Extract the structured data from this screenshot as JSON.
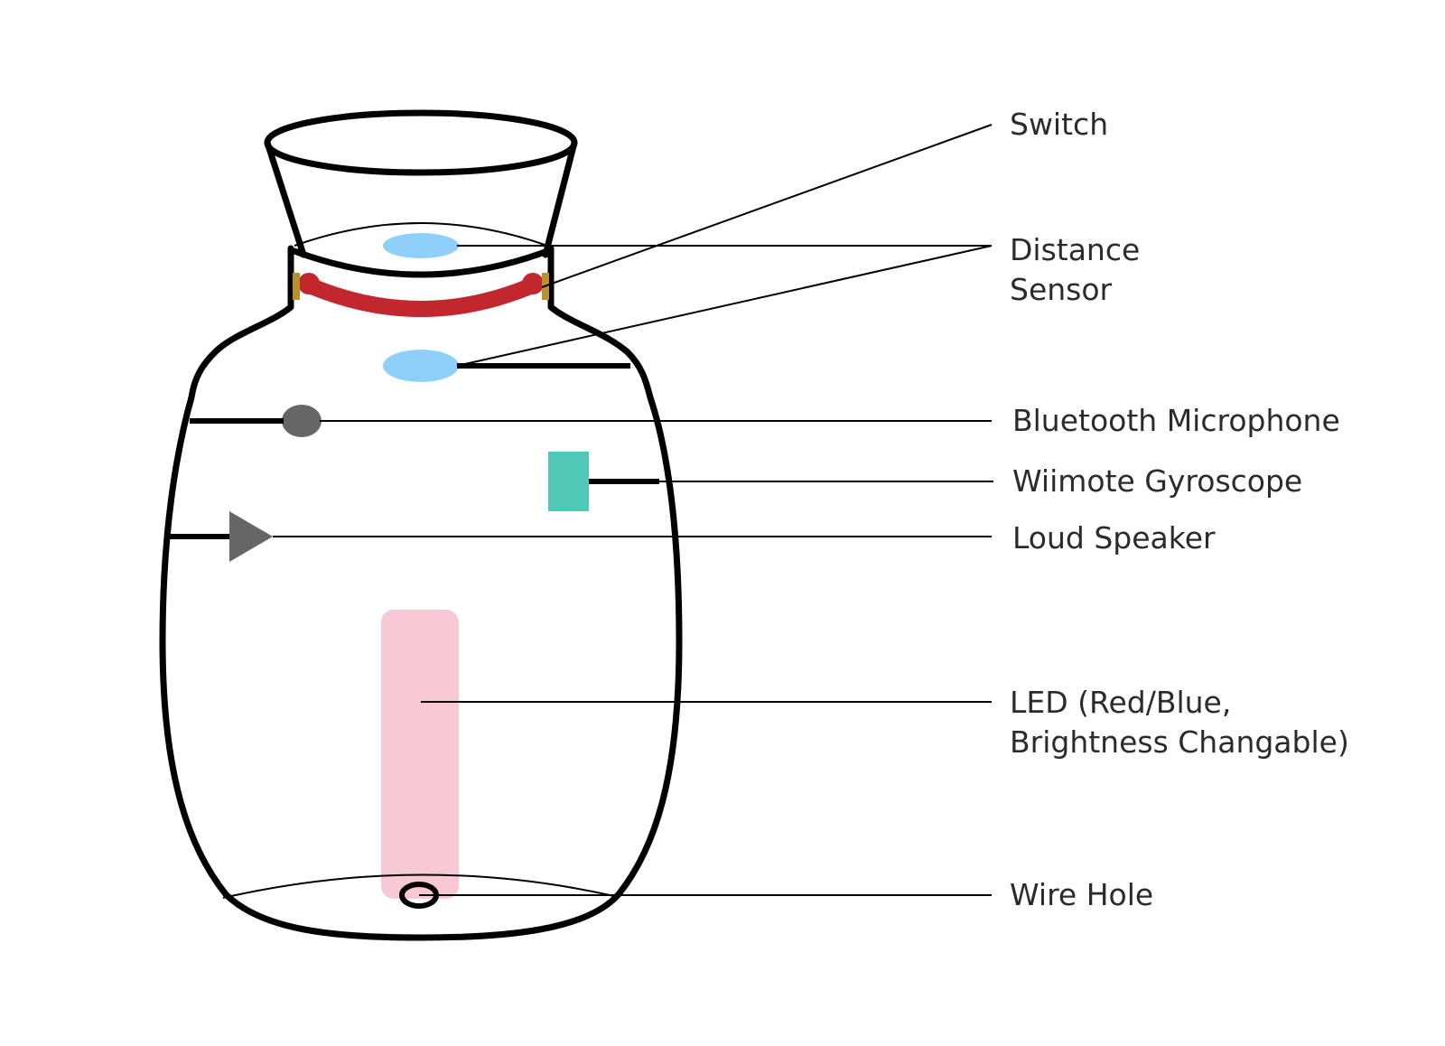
{
  "labels": {
    "switch": "Switch",
    "distance_sensor_line1": "Distance",
    "distance_sensor_line2": "Sensor",
    "bluetooth_microphone": "Bluetooth Microphone",
    "wiimote_gyroscope": "Wiimote Gyroscope",
    "loud_speaker": "Loud Speaker",
    "led_line1": "LED (Red/Blue,",
    "led_line2": "Brightness Changable)",
    "wire_hole": "Wire Hole"
  },
  "colors": {
    "outline": "#000000",
    "distance_sensor": "#8fd0fb",
    "switch_band": "#c1272d",
    "switch_contact": "#b8902e",
    "microphone": "#666666",
    "gyroscope": "#52c8b8",
    "speaker": "#666666",
    "led": "#f8c8d4",
    "text": "#2b2b2b"
  }
}
